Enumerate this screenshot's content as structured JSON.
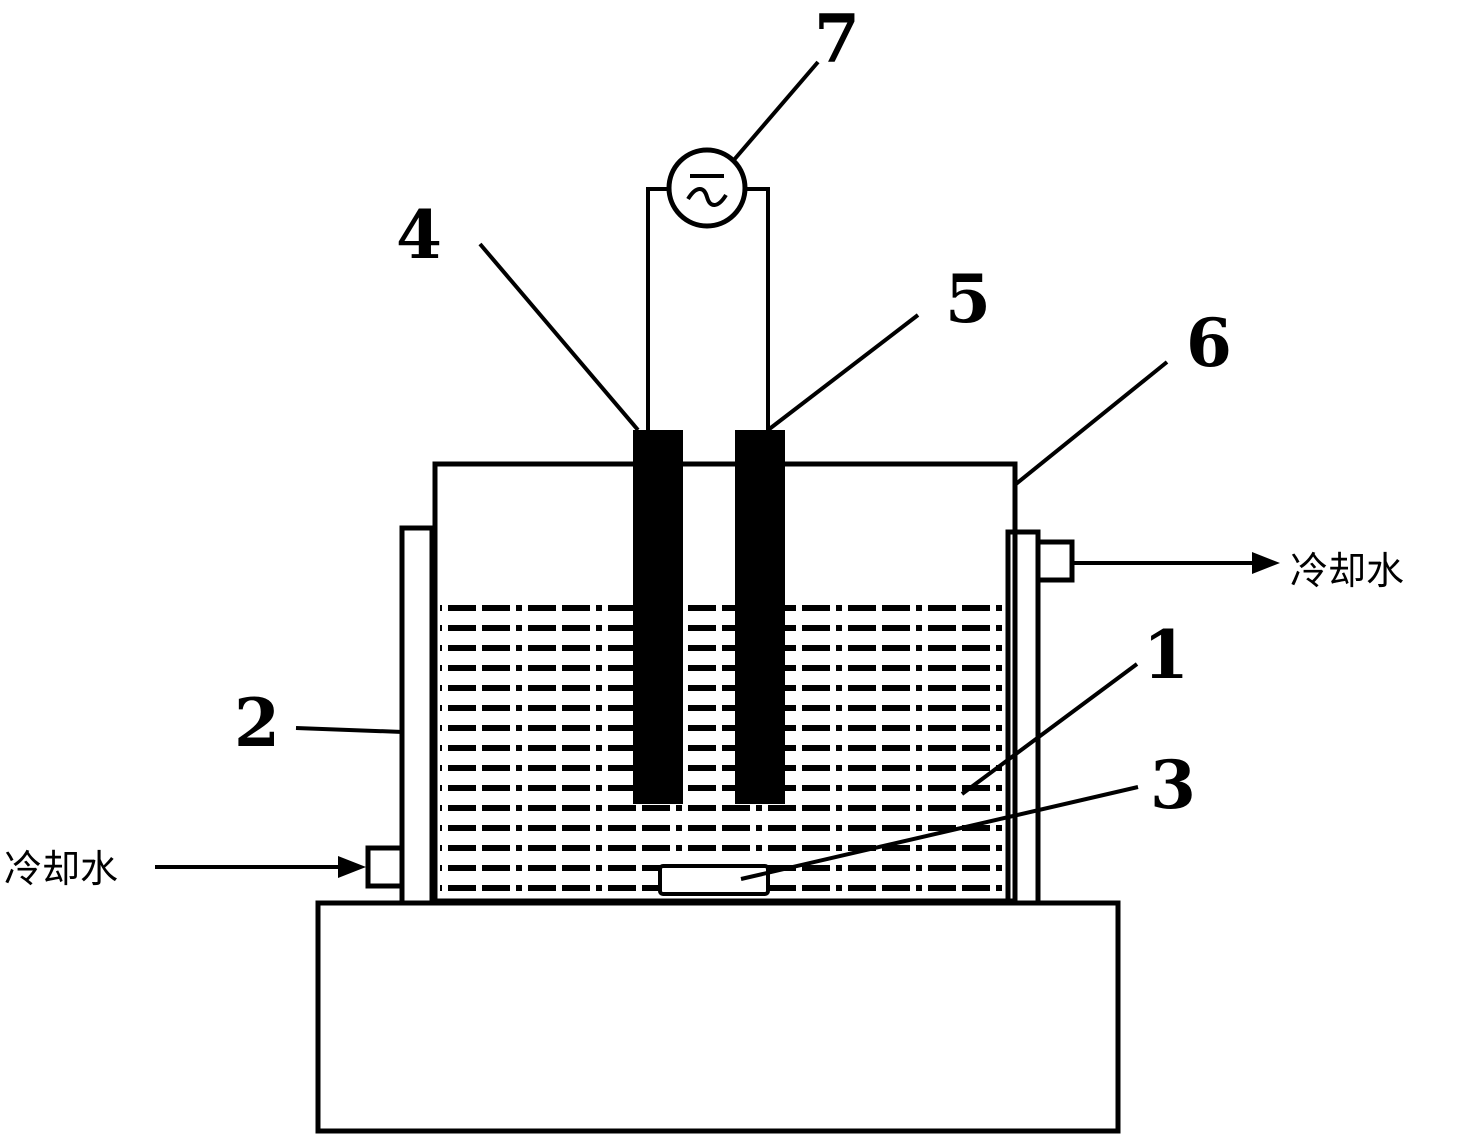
{
  "labels": {
    "n1": "1",
    "n2": "2",
    "n3": "3",
    "n4": "4",
    "n5": "5",
    "n6": "6",
    "n7": "7"
  },
  "cooling_water": {
    "inlet_label": "冷却水",
    "outlet_label": "冷却水"
  },
  "colors": {
    "line": "#000000",
    "background": "#ffffff"
  },
  "icons": {
    "power_source": "ac-source-icon"
  }
}
